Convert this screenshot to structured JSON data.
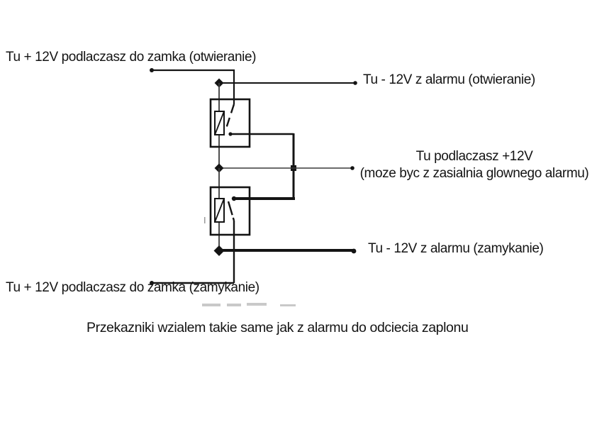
{
  "labels": {
    "top_left": "Tu + 12V podlaczasz do zamka (otwieranie)",
    "alarm_open": "Tu - 12V z alarmu (otwieranie)",
    "power_line1": "Tu podlaczasz +12V",
    "power_line2": "(moze byc z zasialnia glownego alarmu)",
    "alarm_close": "Tu - 12V z alarmu (zamykanie)",
    "bottom_left": "Tu + 12V podlaczasz do zamka (zamykanie)",
    "caption": "Przekazniki wzialem takie same jak z alarmu do odciecia zaplonu"
  },
  "colors": {
    "ink": "#141414",
    "wire_thin": "#3a3a3a",
    "background": "#ffffff",
    "artifact": "#c9c9c9"
  }
}
